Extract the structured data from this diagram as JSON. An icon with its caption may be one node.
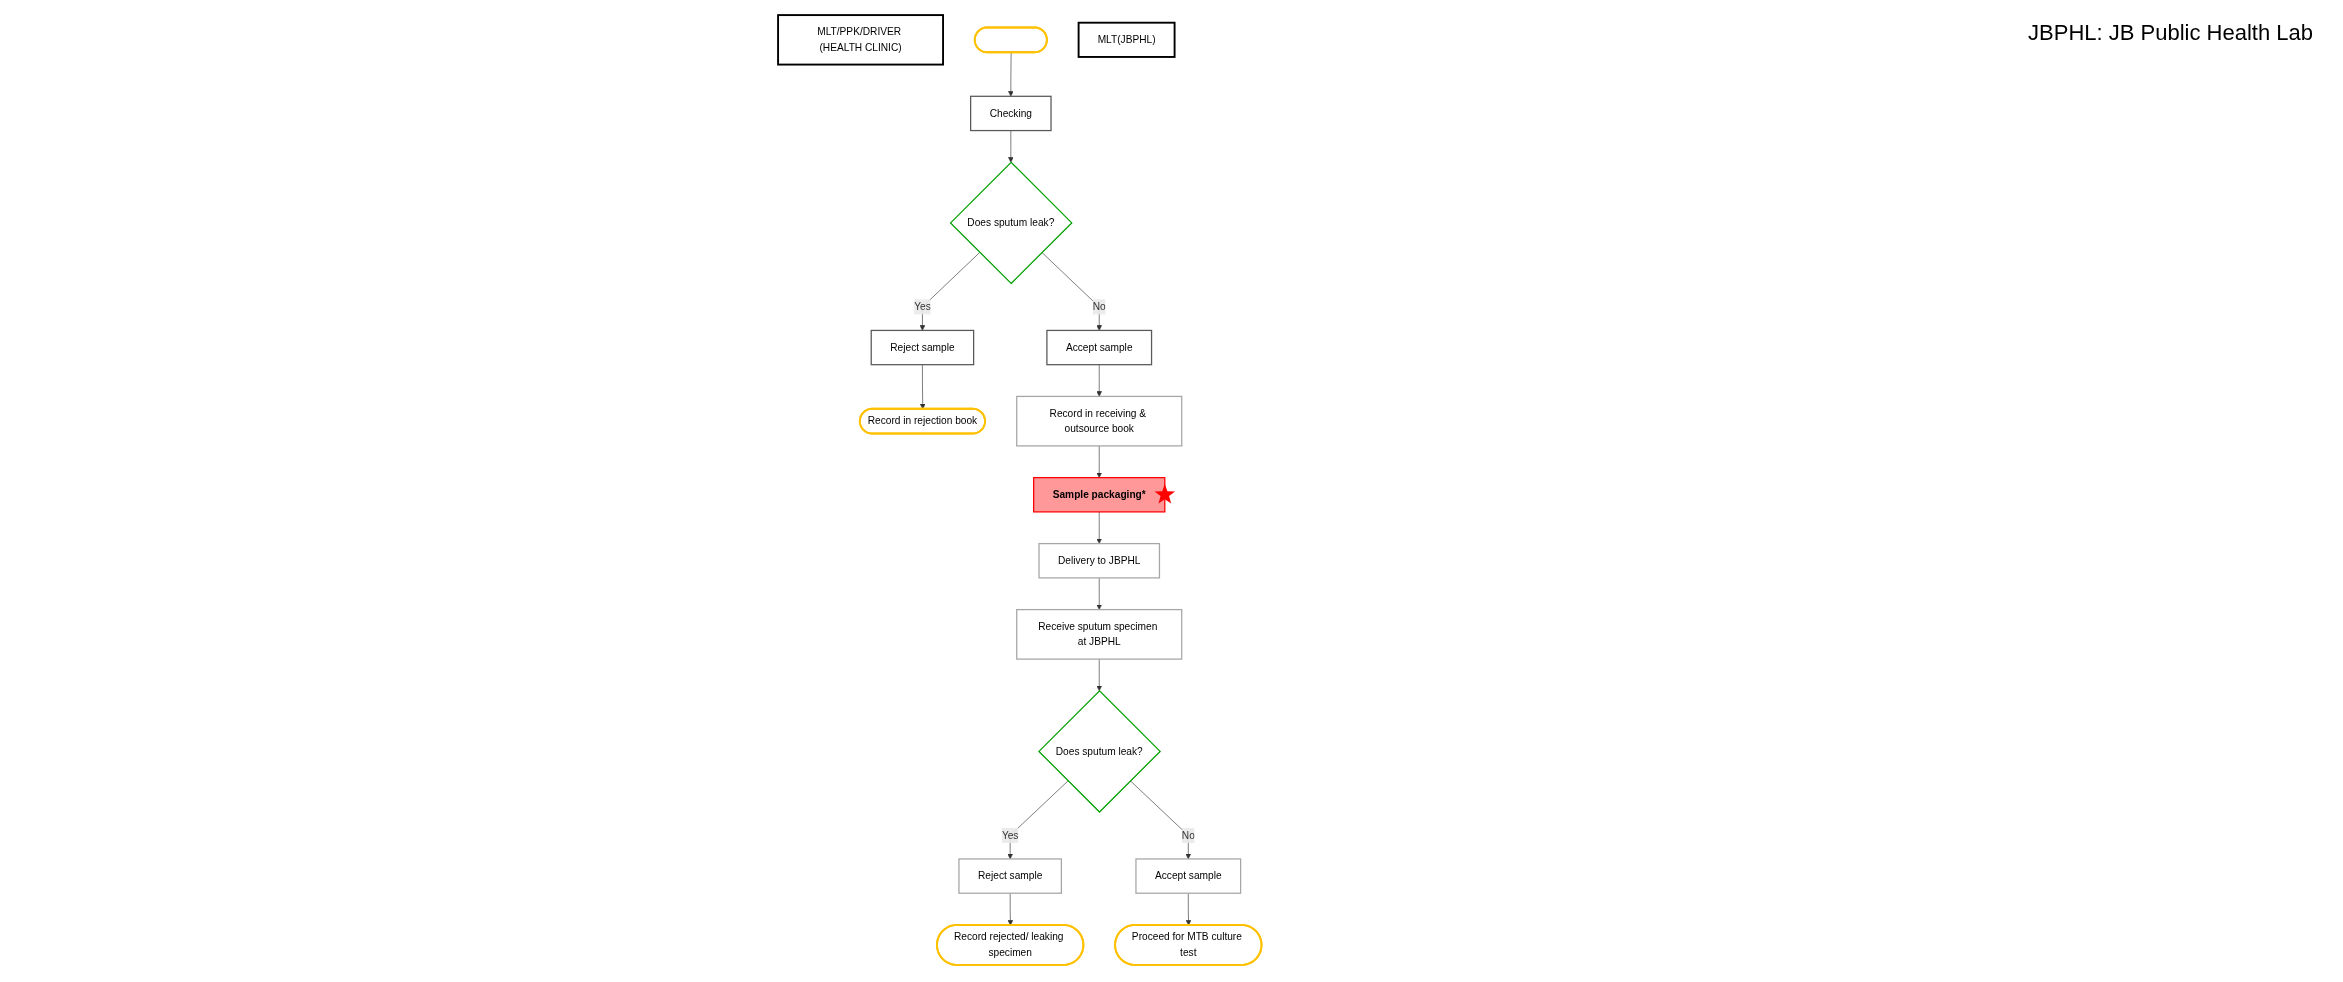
{
  "diagram": {
    "nodes": [
      {
        "text": [
          "MLT/PPK/DRIVER (HEALTH CLINIC)"
        ]
      },
      {
        "text": [],
        "shape": "ellipse"
      },
      {
        "text": [
          "Checking"
        ]
      },
      {
        "text": [
          "Does sputum leak?"
        ]
      },
      {
        "text": [
          "Reject sample"
        ]
      },
      {
        "text": [
          "Record in rejection book"
        ]
      },
      {
        "text": [
          "Accept sample"
        ]
      },
      {
        "text": [
          "Record in receiving & outsource book"
        ]
      },
      {
        "text": [
          "Sample packaging*"
        ]
      },
      {
        "text": [
          "Delivery to JBPHL"
        ]
      },
      {
        "text": [
          "MLT(JBPHL)"
        ]
      },
      {
        "text": [
          "Receive sputum specimen at JBPHL"
        ]
      },
      {
        "text": [
          "Does sputum leak?"
        ]
      },
      {
        "text": [
          "Reject sample"
        ]
      },
      {
        "text": [
          "Record rejected/ leaking specimen"
        ]
      },
      {
        "text": [
          "Accept sample"
        ]
      },
      {
        "text": [
          "Proceed for MTB culture test"
        ]
      }
    ],
    "edges": [
      {
        "from": 1,
        "to": 2,
        "arrow": "to"
      },
      {
        "from": 2,
        "to": 3,
        "arrow": "to"
      },
      {
        "from": 3,
        "to": 4,
        "arrow": "to",
        "label": "Yes"
      },
      {
        "from": 4,
        "to": 5,
        "arrow": "to"
      },
      {
        "from": 3,
        "to": 6,
        "arrow": "to",
        "label": "No"
      },
      {
        "from": 6,
        "to": 7,
        "arrow": "to"
      },
      {
        "from": 7,
        "to": 8,
        "arrow": "to"
      },
      {
        "from": 8,
        "to": 9,
        "arrow": "to"
      },
      {
        "from": 9,
        "to": 11,
        "arrow": "to"
      },
      {
        "from": 11,
        "to": 12,
        "arrow": "to"
      },
      {
        "from": 12,
        "to": 13,
        "arrow": "to",
        "label": "Yes"
      },
      {
        "from": 13,
        "to": 14,
        "arrow": "to"
      },
      {
        "from": 12,
        "to": 15,
        "arrow": "to",
        "label": "No"
      },
      {
        "from": 15,
        "to": 16,
        "arrow": "to"
      }
    ],
    "labels": [
      "JBPHL: JB Public Health Lab"
    ]
  }
}
